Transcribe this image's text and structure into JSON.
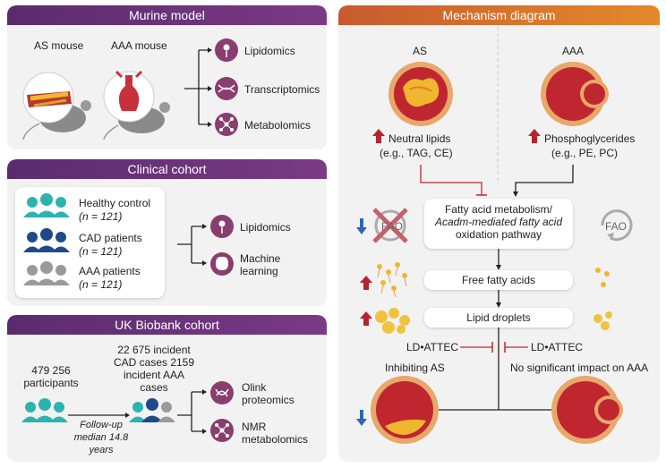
{
  "murine": {
    "title": "Murine model",
    "as_mouse": "AS mouse",
    "aaa_mouse": "AAA mouse",
    "outputs": [
      "Lipidomics",
      "Transcriptomics",
      "Metabolomics"
    ]
  },
  "clinical": {
    "title": "Clinical cohort",
    "groups": [
      {
        "name": "Healthy control",
        "n": "(n = 121)"
      },
      {
        "name": "CAD patients",
        "n": "(n = 121)"
      },
      {
        "name": "AAA patients",
        "n": "(n = 121)"
      }
    ],
    "outputs": [
      "Lipidomics",
      "Machine learning"
    ]
  },
  "biobank": {
    "title": "UK Biobank cohort",
    "participants": "479 256 participants",
    "incident": "22 675 incident CAD cases 2159 incident AAA cases",
    "followup": "Follow-up median 14.8 years",
    "outputs": [
      "Olink proteomics",
      "NMR metabolomics"
    ]
  },
  "mechanism": {
    "title": "Mechanism diagram",
    "as_label": "AS",
    "aaa_label": "AAA",
    "as_lipids": "Neutral lipids",
    "as_lipids_eg": "(e.g., TAG, CE)",
    "aaa_lipids": "Phosphoglycerides",
    "aaa_lipids_eg": "(e.g., PE, PC)",
    "fao": "FAO",
    "pathway_1": "Fatty acid metabolism/",
    "pathway_2": "Acadm-mediated fatty acid",
    "pathway_3": "oxidation pathway",
    "free_fa": "Free fatty acids",
    "lipid_droplets": "Lipid droplets",
    "ldattec_left": "LD•ATTEC",
    "ldattec_right": "LD•ATTEC",
    "inhibiting": "Inhibiting AS",
    "no_impact": "No significant impact on AAA"
  },
  "colors": {
    "purple": "#6b3479",
    "orange": "#d9722c",
    "teal": "#2bb3b0",
    "navy": "#1f4a8a",
    "gray": "#9a9a9a",
    "red_up": "#b3262e",
    "blue_down": "#2d67b2",
    "aorta_red": "#c0262f"
  }
}
